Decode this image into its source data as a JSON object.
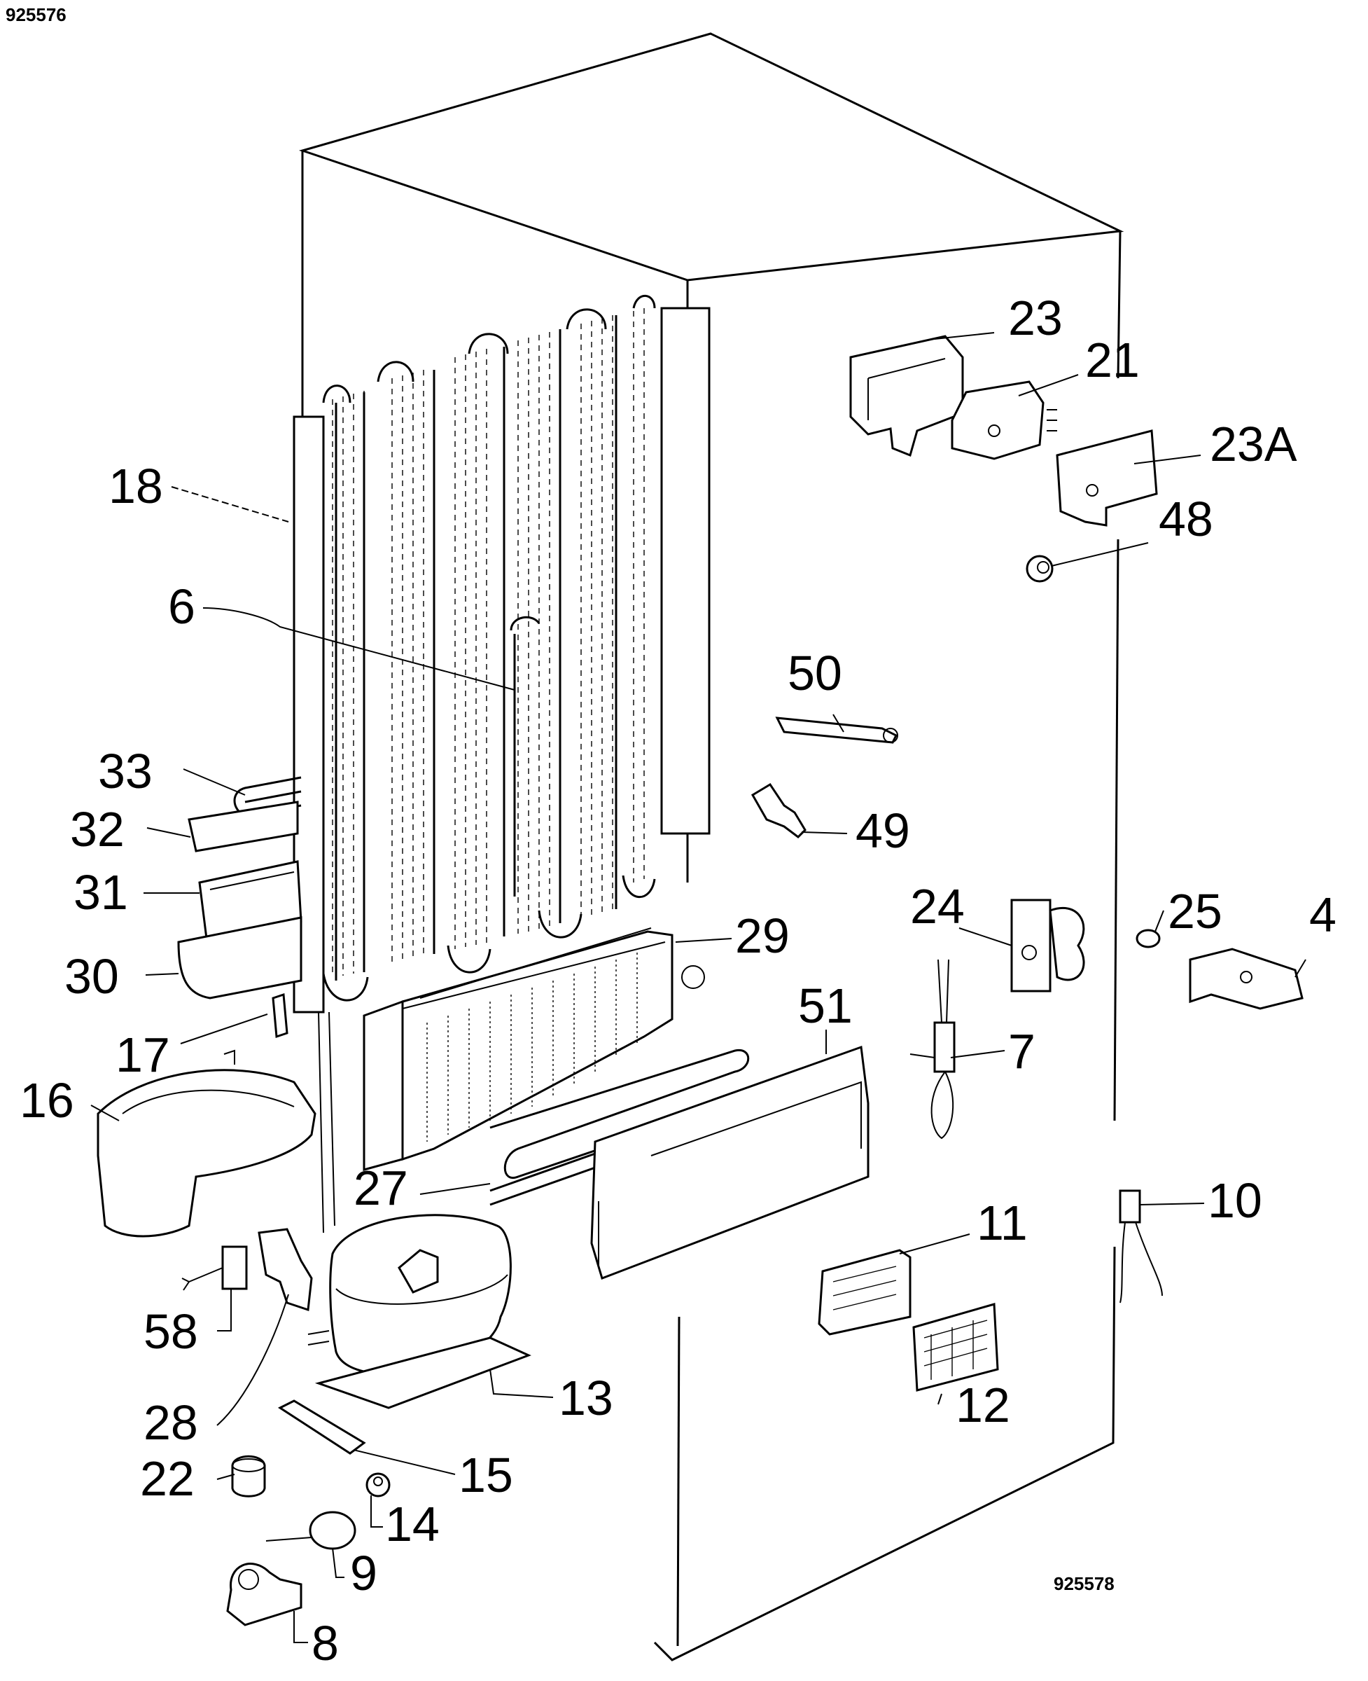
{
  "drawing": {
    "code_top": "925576",
    "code_bottom": "925578"
  },
  "callouts": {
    "c23": "23",
    "c21": "21",
    "c23a": "23A",
    "c48": "48",
    "c18": "18",
    "c6": "6",
    "c50": "50",
    "c49": "49",
    "c33": "33",
    "c32": "32",
    "c31": "31",
    "c30": "30",
    "c24": "24",
    "c25": "25",
    "c4": "4",
    "c29": "29",
    "c51": "51",
    "c17": "17",
    "c7": "7",
    "c16": "16",
    "c27": "27",
    "c10": "10",
    "c11": "11",
    "c58": "58",
    "c13": "13",
    "c12": "12",
    "c28": "28",
    "c15": "15",
    "c22": "22",
    "c14": "14",
    "c9": "9",
    "c8": "8"
  }
}
